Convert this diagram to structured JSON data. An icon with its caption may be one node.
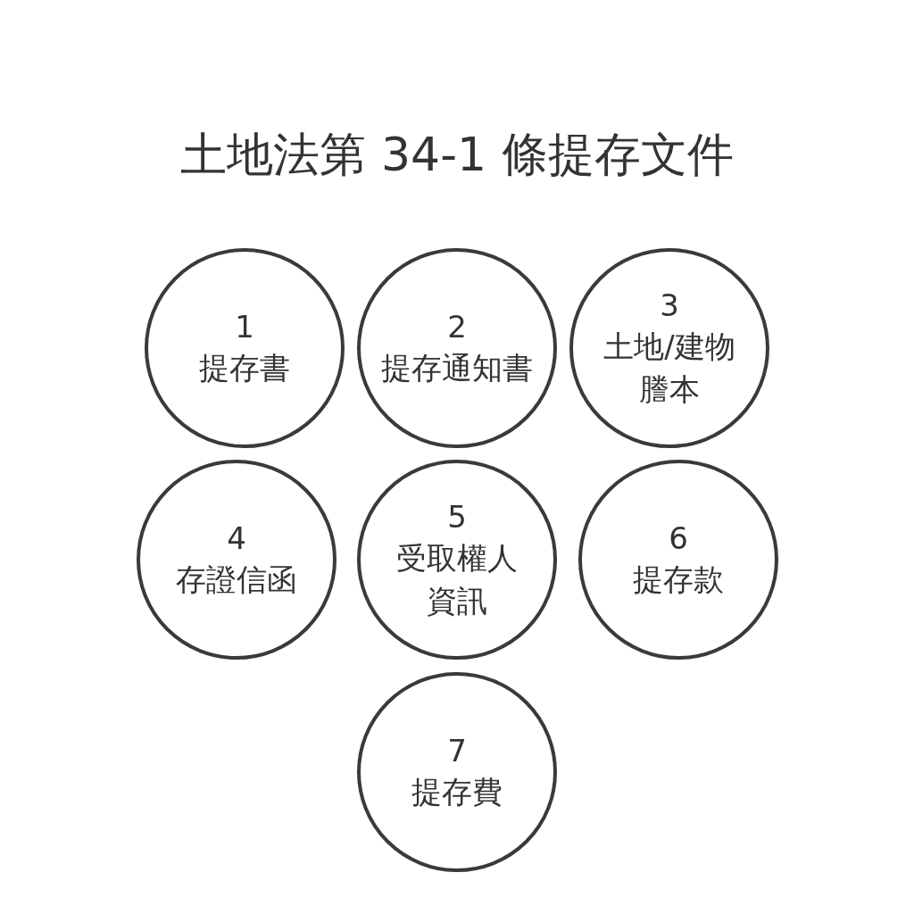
{
  "diagram": {
    "title": "土地法第 34-1 條提存文件",
    "nodes": [
      {
        "text": [
          "1",
          "提存書"
        ]
      },
      {
        "text": [
          "2",
          "提存通知書"
        ]
      },
      {
        "text": [
          "3",
          "土地/建物謄本"
        ]
      },
      {
        "text": [
          "4",
          "存證信函"
        ]
      },
      {
        "text": [
          "5",
          "受取權人資訊"
        ]
      },
      {
        "text": [
          "6",
          "提存款"
        ]
      },
      {
        "text": [
          "7",
          "提存費"
        ]
      }
    ]
  }
}
